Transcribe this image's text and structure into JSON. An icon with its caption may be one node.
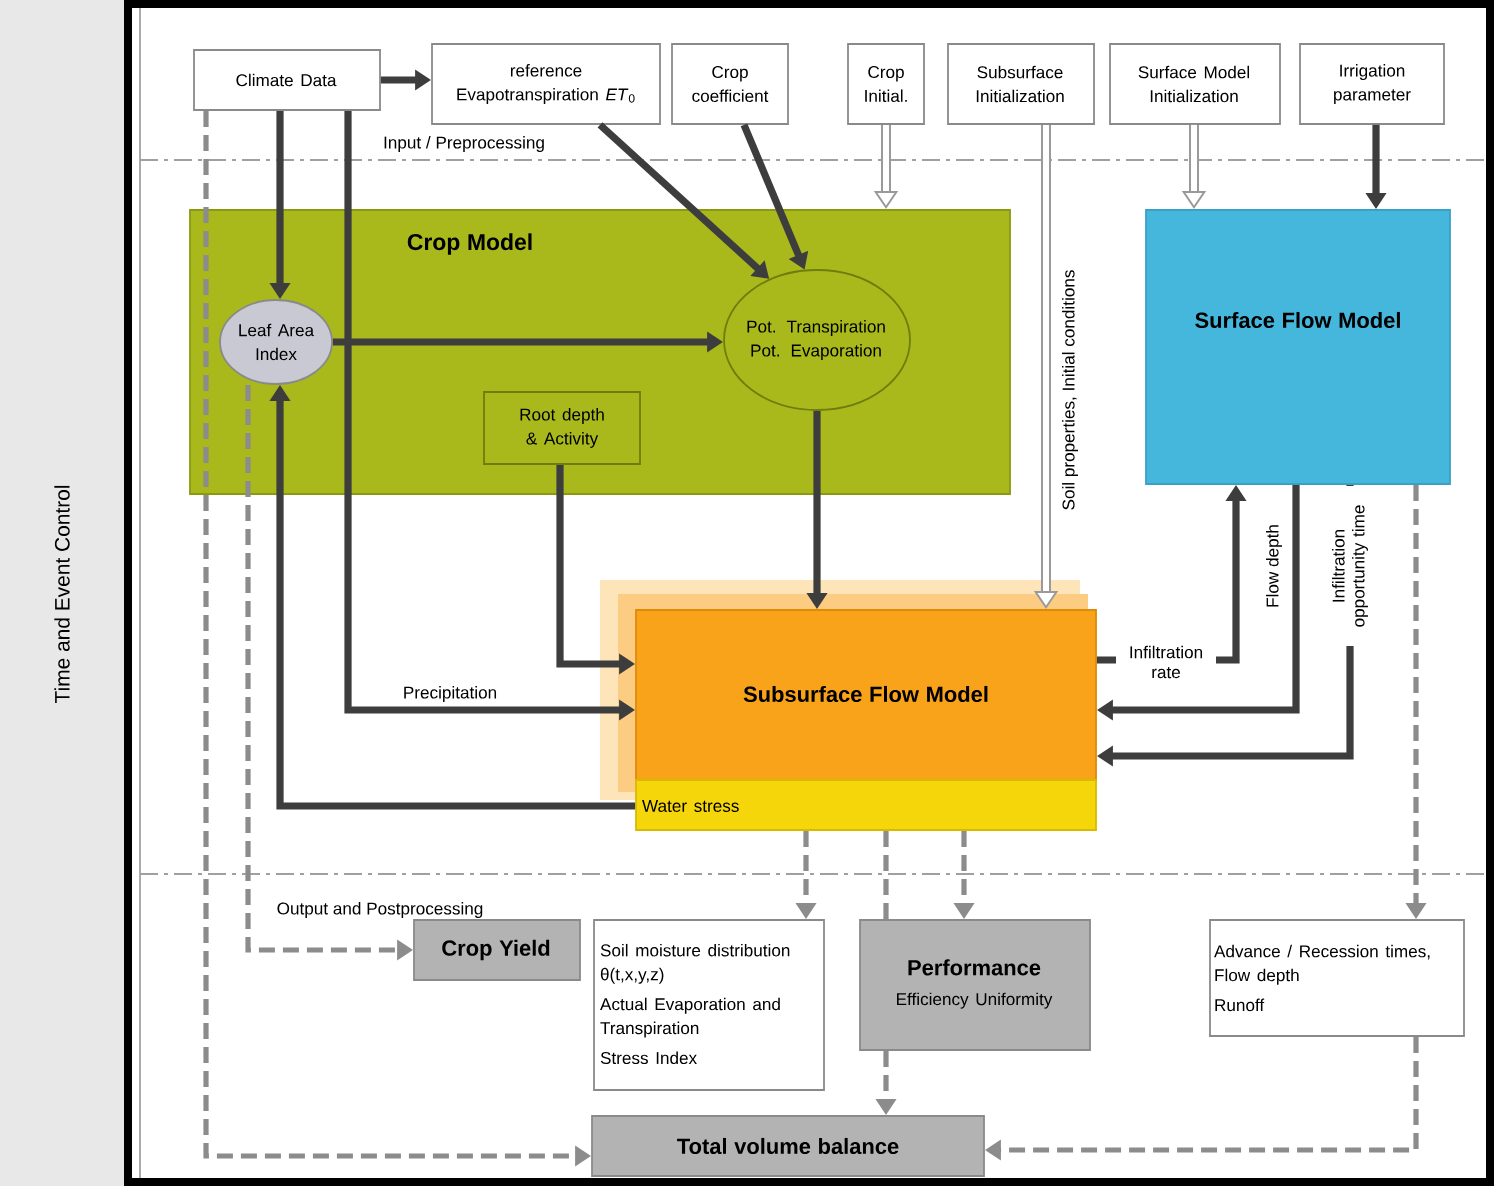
{
  "diagram": {
    "nodes": [
      {
        "text": [
          "Climate Data"
        ]
      },
      {
        "text": [
          "reference Evapotranspiration *ET*$_{0}$"
        ]
      },
      {
        "text": [
          "Crop coefficient"
        ]
      },
      {
        "text": [
          "Crop Initial."
        ]
      },
      {
        "text": [
          "Subsurface Initialization"
        ]
      },
      {
        "text": [
          "Surface Model Initialization"
        ]
      },
      {
        "text": [
          "Irrigation parameter"
        ]
      },
      {
        "text": [
          "Crop Model"
        ]
      },
      {
        "text": [
          "Leaf Area Index"
        ],
        "in": 7
      },
      {
        "text": [
          "Pot. Transpiration Pot. Evaporation"
        ],
        "in": 7
      },
      {
        "text": [
          "Root depth & Activity"
        ],
        "in": 7
      },
      {
        "text": [
          "Surface Flow Model"
        ]
      },
      {
        "text": [
          "Subsurface Flow Model"
        ]
      },
      {
        "text": [
          "Water stress"
        ]
      },
      {
        "text": [
          "Crop Yield"
        ]
      },
      {
        "text": [
          "Soil moisture distribution θ(t,x,y,z)",
          "Actual Evaporation and Transpiration",
          "Stress Index"
        ]
      },
      {
        "text": [
          "Performance",
          "Efficiency Uniformity"
        ]
      },
      {
        "text": [
          "Advance / Recession times, Flow depth",
          "Runoff"
        ]
      },
      {
        "text": [
          "Total volume balance"
        ]
      }
    ],
    "edges": [
      {
        "from": 0,
        "to": 1,
        "arrow": "to"
      },
      {
        "from": 0,
        "to": 8,
        "arrow": "to"
      },
      {
        "from": 0,
        "to": 12,
        "arrow": "to",
        "label": "Precipitation"
      },
      {
        "from": 0,
        "to": 18,
        "arrow": "to",
        "style": "dashed",
        "color": "#8c8c8c"
      },
      {
        "from": 1,
        "to": 9,
        "arrow": "to"
      },
      {
        "from": 2,
        "to": 9,
        "arrow": "to"
      },
      {
        "from": 3,
        "to": 7,
        "arrow": "to",
        "color": "#9a9a9a"
      },
      {
        "from": 4,
        "to": 12,
        "arrow": "to",
        "color": "#9a9a9a",
        "label": "Soil properties, Initial conditions"
      },
      {
        "from": 5,
        "to": 11,
        "arrow": "to",
        "color": "#9a9a9a"
      },
      {
        "from": 6,
        "to": 11,
        "arrow": "to"
      },
      {
        "from": 8,
        "to": 9,
        "arrow": "to"
      },
      {
        "from": 10,
        "to": 12,
        "arrow": "to"
      },
      {
        "from": 9,
        "to": 12,
        "arrow": "to"
      },
      {
        "from": 13,
        "to": 8,
        "arrow": "to"
      },
      {
        "from": 12,
        "to": 11,
        "arrow": "to",
        "label": "Infiltration rate"
      },
      {
        "from": 11,
        "to": 12,
        "arrow": "to",
        "label": "Flow depth"
      },
      {
        "from": 11,
        "to": 12,
        "arrow": "to",
        "label": "Infiltration opportunity time"
      },
      {
        "from": 13,
        "to": 15,
        "arrow": "to",
        "style": "dashed",
        "color": "#8c8c8c"
      },
      {
        "from": 13,
        "to": 16,
        "arrow": "none",
        "style": "dashed",
        "color": "#8c8c8c"
      },
      {
        "from": 13,
        "to": 16,
        "arrow": "to",
        "style": "dashed",
        "color": "#8c8c8c"
      },
      {
        "from": 16,
        "to": 18,
        "arrow": "to",
        "style": "dashed",
        "color": "#8c8c8c"
      },
      {
        "from": 11,
        "to": 17,
        "arrow": "to",
        "style": "dashed",
        "color": "#8c8c8c"
      },
      {
        "from": 17,
        "to": 18,
        "arrow": "to",
        "style": "dashed",
        "color": "#8c8c8c"
      },
      {
        "from": 8,
        "to": 14,
        "arrow": "to",
        "style": "dashed",
        "color": "#8c8c8c"
      }
    ],
    "labels": [
      "Time and Event Control",
      "Input / Preprocessing",
      "Output and Postprocessing"
    ]
  }
}
